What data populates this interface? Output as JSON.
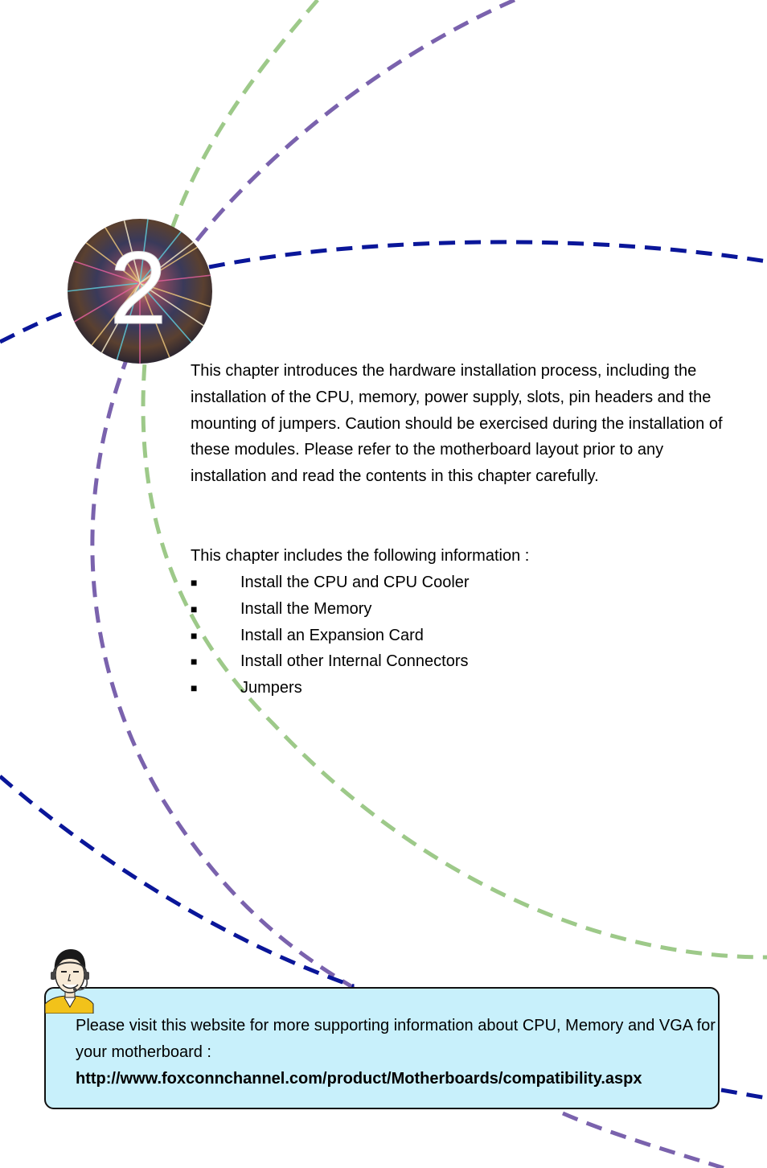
{
  "chapter": {
    "number": "2"
  },
  "intro_paragraph": "This chapter introduces the hardware installation process, including the installation of the CPU, memory, power supply, slots, pin headers and the mounting of jumpers. Caution should be exercised during the installation of these modules. Please refer to the motherboard layout prior to any installation and read the contents in this chapter carefully.",
  "includes_heading": "This chapter includes the following information :",
  "bullet_glyph": "■",
  "topics": [
    "Install the CPU and CPU Cooler",
    "Install the Memory",
    "Install an Expansion Card",
    "Install other Internal Connectors",
    "Jumpers"
  ],
  "note": {
    "text": "Please visit this website for more supporting information about CPU, Memory and VGA for your motherboard :",
    "link": "http://www.foxconnchannel.com/product/Motherboards/compatibility.aspx"
  },
  "colors": {
    "arc_green": "#9dc989",
    "arc_purple": "#7a62ad",
    "arc_navy": "#0a1699",
    "note_background": "#c8f0fb"
  },
  "icons": {
    "chapter_badge": "fireworks-circle-icon",
    "support": "support-agent-icon"
  }
}
